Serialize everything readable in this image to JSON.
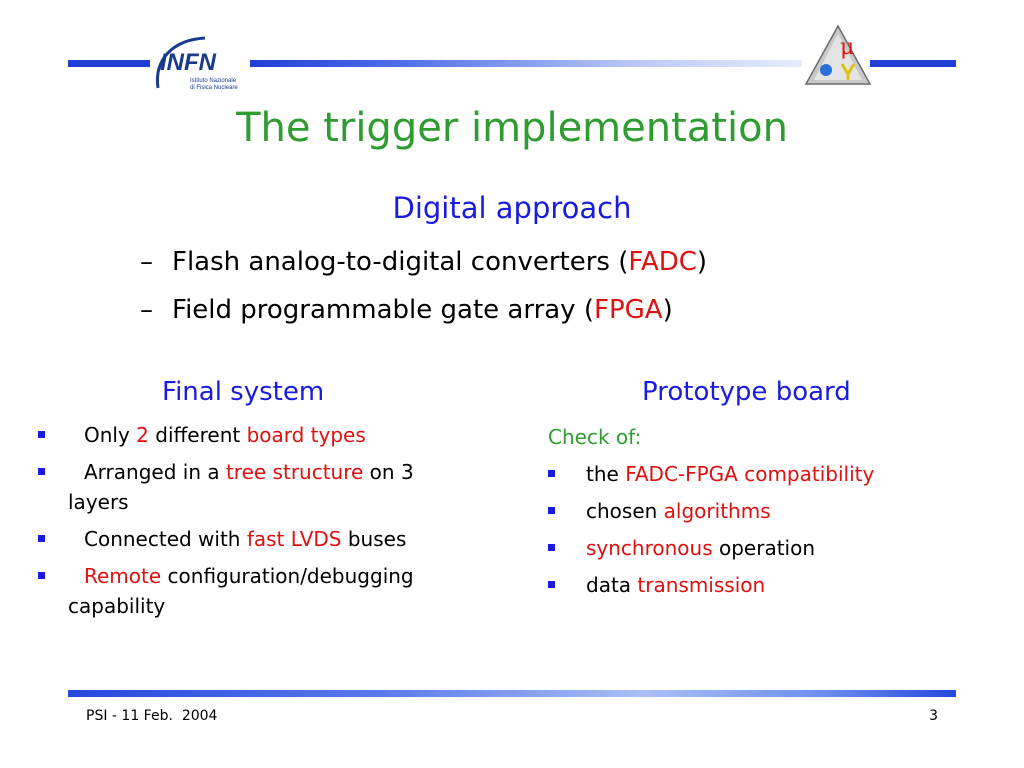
{
  "header": {
    "logo_left": {
      "text": "INFN",
      "subtext_line1": "Istituto Nazionale",
      "subtext_line2": "di Fisica Nucleare"
    },
    "logo_right": {
      "symbol": "μ"
    }
  },
  "title": "The trigger implementation",
  "subtitle": "Digital approach",
  "points": [
    {
      "dash": "–",
      "pre": "Flash analog-to-digital converters (",
      "highlight": "FADC",
      "post": ")"
    },
    {
      "dash": "–",
      "pre": "Field programmable gate array (",
      "highlight": "FPGA",
      "post": ")"
    }
  ],
  "left_column": {
    "heading": "Final system",
    "items": [
      {
        "a": "Only ",
        "b": "2",
        "c": " different ",
        "d": "board types",
        "e": ""
      },
      {
        "a": "Arranged in a ",
        "b": "tree structure",
        "c": " on 3",
        "d": "layers"
      },
      {
        "a": "Connected with ",
        "b": "fast LVDS",
        "c": " buses"
      },
      {
        "a": "",
        "b": "Remote",
        "c": " configuration/debugging",
        "d": "capability"
      }
    ]
  },
  "right_column": {
    "heading": "Prototype board",
    "intro": "Check of:",
    "items": [
      {
        "a": "the ",
        "b": "FADC-FPGA compatibility",
        "c": ""
      },
      {
        "a": "chosen ",
        "b": "algorithms",
        "c": ""
      },
      {
        "a": "",
        "b": "synchronous",
        "c": " operation"
      },
      {
        "a": "data ",
        "b": "transmission",
        "c": ""
      }
    ]
  },
  "footer": {
    "left": "PSI - 11 Feb.  2004",
    "page": "3"
  },
  "colors": {
    "title": "#2e9c30",
    "accent_blue": "#1a1ae0",
    "highlight_red": "#e01010",
    "bar_blue": "#1f3fd6"
  }
}
